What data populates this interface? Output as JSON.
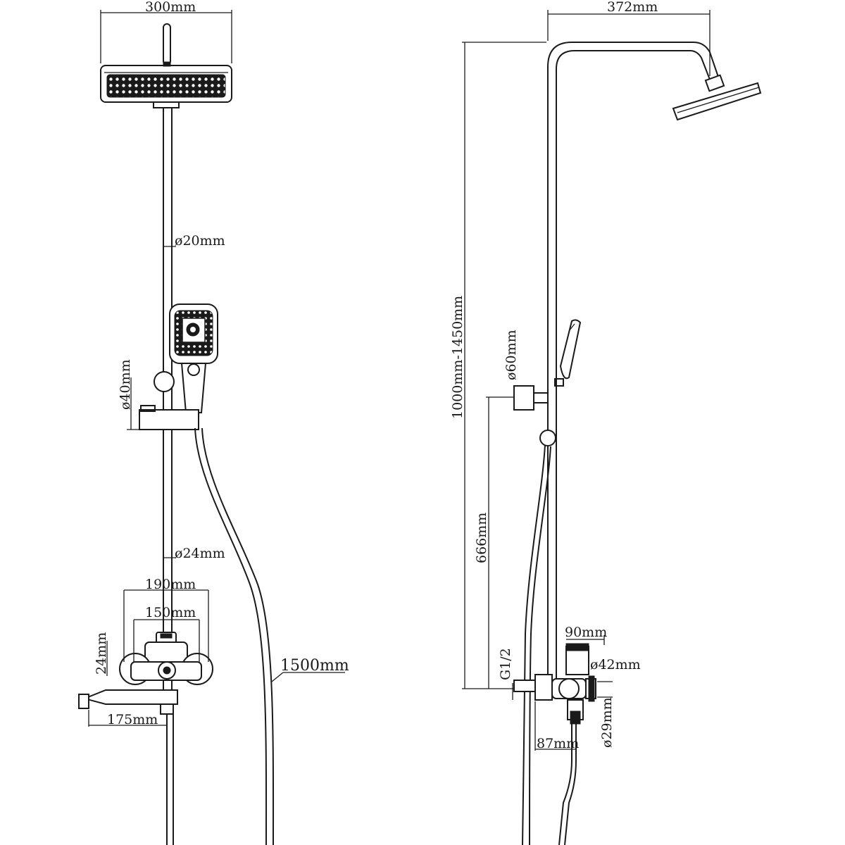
{
  "front_view": {
    "head_width": "300mm",
    "upper_pipe_diameter": "ø20mm",
    "holder_diameter": "ø40mm",
    "lower_pipe_diameter": "ø24mm",
    "mixer_width": "190mm",
    "inlet_spacing": "150mm",
    "mixer_offset": "24mm",
    "spout_length": "175mm",
    "hose_length": "1500mm"
  },
  "side_view": {
    "arm_reach": "372mm",
    "height_range": "1000mm-1450mm",
    "holder_diameter": "ø60mm",
    "holder_height": "666mm",
    "thread": "G1/2",
    "mixer_depth": "90mm",
    "knob_diameter": "ø42mm",
    "outlet_diameter": "ø29mm",
    "inlet_depth": "87mm"
  }
}
